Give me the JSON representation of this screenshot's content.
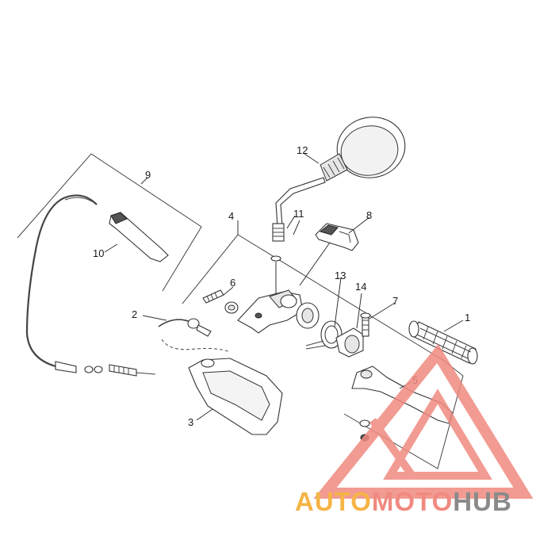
{
  "callouts": [
    {
      "id": "1",
      "label": "1"
    },
    {
      "id": "2",
      "label": "2"
    },
    {
      "id": "3",
      "label": "3"
    },
    {
      "id": "4",
      "label": "4"
    },
    {
      "id": "5",
      "label": "5"
    },
    {
      "id": "6",
      "label": "6"
    },
    {
      "id": "7",
      "label": "7"
    },
    {
      "id": "8",
      "label": "8"
    },
    {
      "id": "9",
      "label": "9"
    },
    {
      "id": "10",
      "label": "10"
    },
    {
      "id": "11",
      "label": "11"
    },
    {
      "id": "12",
      "label": "12"
    },
    {
      "id": "13",
      "label": "13"
    },
    {
      "id": "14",
      "label": "14"
    }
  ],
  "watermark": {
    "part1": "AUTO",
    "part2": "MOTO",
    "part3": "HUB",
    "colors": {
      "triangle": "#f08a80",
      "part1": "#f5b445",
      "part2": "#f08a80",
      "part3": "#8a8a8a"
    }
  }
}
